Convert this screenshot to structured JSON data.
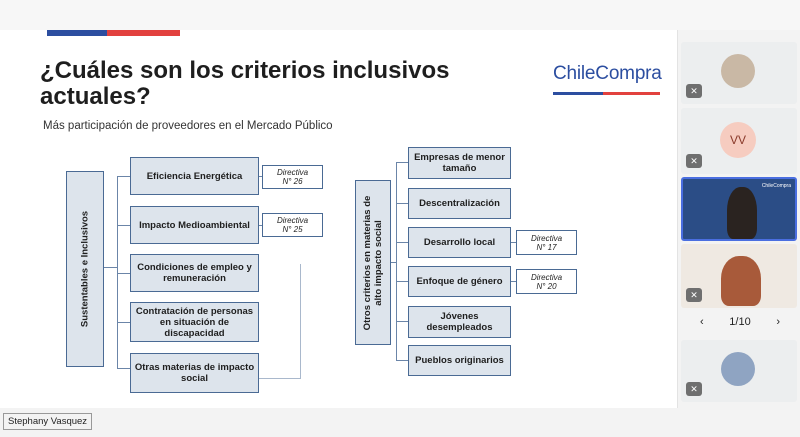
{
  "slide": {
    "title": "¿Cuáles son los criterios inclusivos actuales?",
    "logo": "ChileCompra",
    "subtitle": "Más participación de proveedores en el Mercado Público",
    "left_group": {
      "label": "Sustentables e Inclusivos",
      "items": [
        "Eficiencia Energética",
        "Impacto Medioambiental",
        "Condiciones de empleo y remuneración",
        "Contratación  de personas en situación de discapacidad",
        "Otras materias de impacto social"
      ],
      "directivas": [
        {
          "line1": "Directiva",
          "line2": "N° 26"
        },
        {
          "line1": "Directiva",
          "line2": "N° 25"
        }
      ]
    },
    "right_group": {
      "label_line1": "Otros  criterios en materias de",
      "label_line2": "alto impacto social",
      "items": [
        "Empresas de menor tamaño",
        "Descentralización",
        "Desarrollo local",
        "Enfoque de género",
        "Jóvenes desempleados",
        "Pueblos originarios"
      ],
      "directivas": [
        {
          "line1": "Directiva",
          "line2": "N° 17"
        },
        {
          "line1": "Directiva",
          "line2": "N° 20"
        }
      ]
    }
  },
  "participants": {
    "tile2_initials": "VV",
    "pager": "1/10",
    "prev_icon": "chevron-left-icon",
    "next_icon": "chevron-right-icon",
    "active_logo": "ChileCompra"
  },
  "speaker_name": "Stephany Vasquez",
  "colors": {
    "brand_blue": "#2c4ea0",
    "brand_red": "#e2413e",
    "box_fill": "#dde4ec",
    "active_border": "#4a6ee0"
  }
}
